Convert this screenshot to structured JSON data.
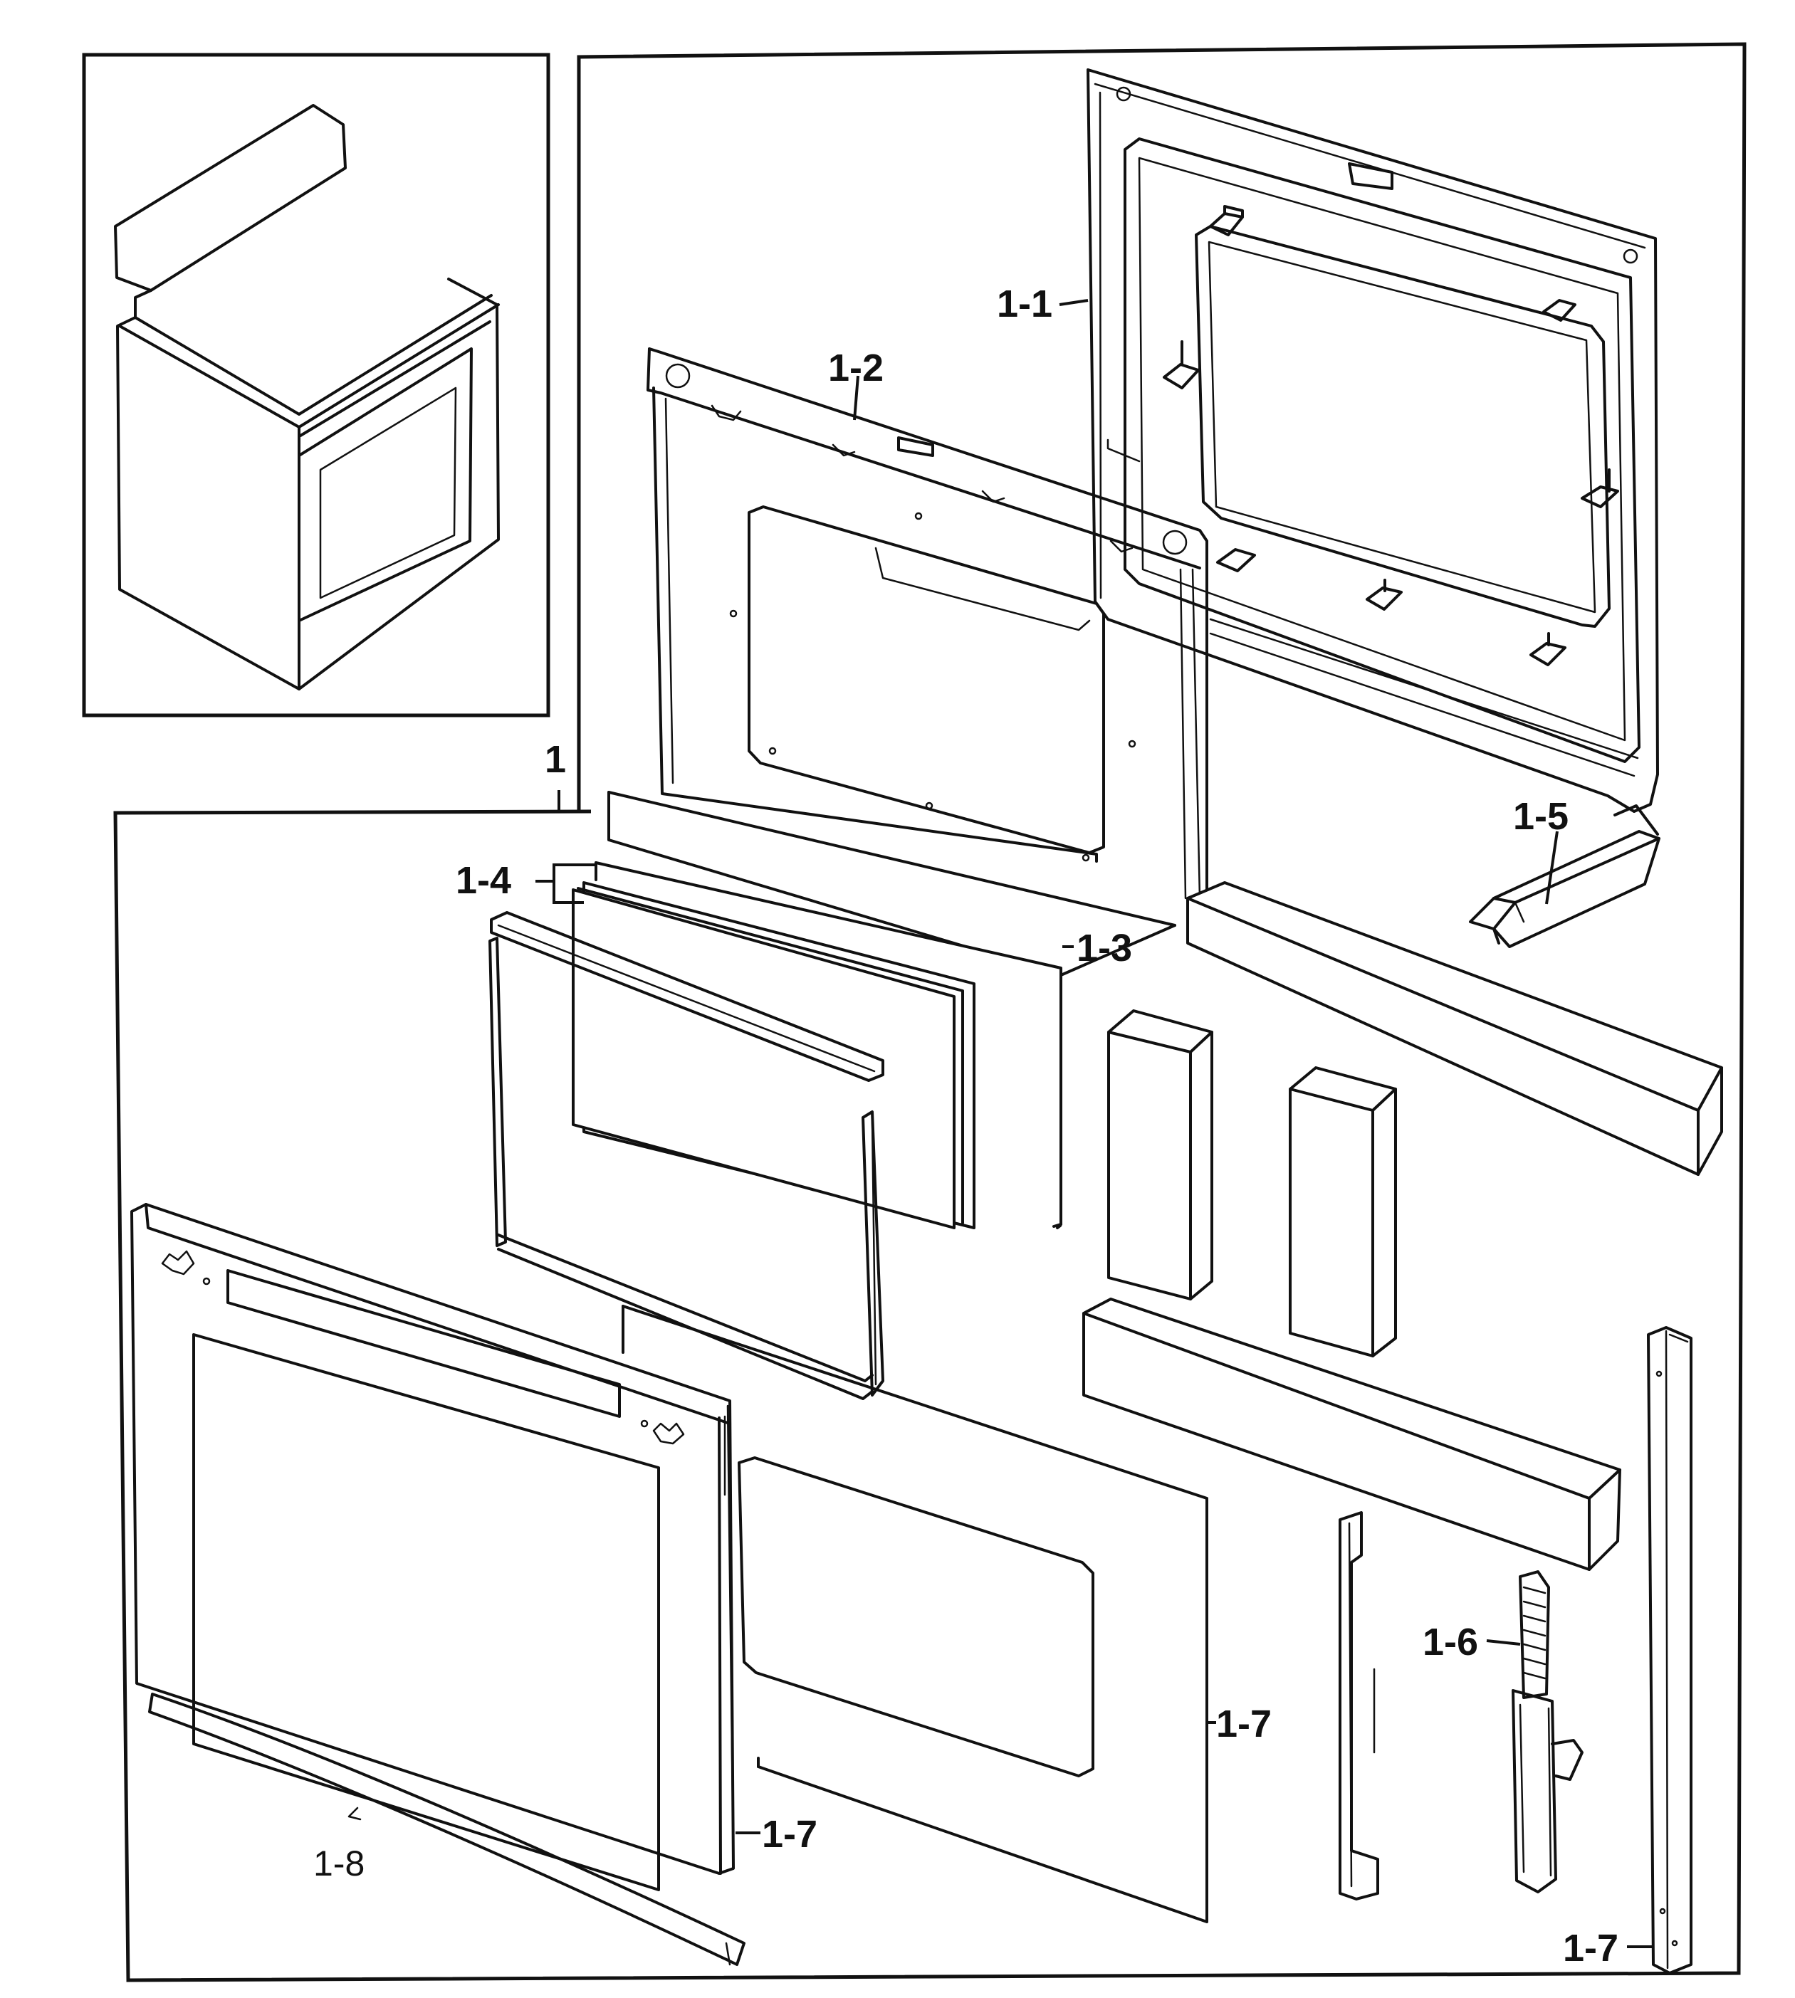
{
  "diagram": {
    "callouts": {
      "assembly": "1",
      "outer_door_panel": "1-1",
      "inner_door_panel": "1-2",
      "door_glass": "1-3",
      "glass_pack": "1-4",
      "bracket": "1-5",
      "hinge": "1-6",
      "door_assembly": "1-7",
      "door_assembly_center": "1-7",
      "door_side_trim": "1-7",
      "handle": "1-8"
    },
    "colors": {
      "line": "#111111",
      "background": "#ffffff"
    },
    "icons": [
      "range-thumbnail-icon",
      "hinge-icon",
      "door-handle-icon",
      "door-bracket-icon"
    ]
  }
}
